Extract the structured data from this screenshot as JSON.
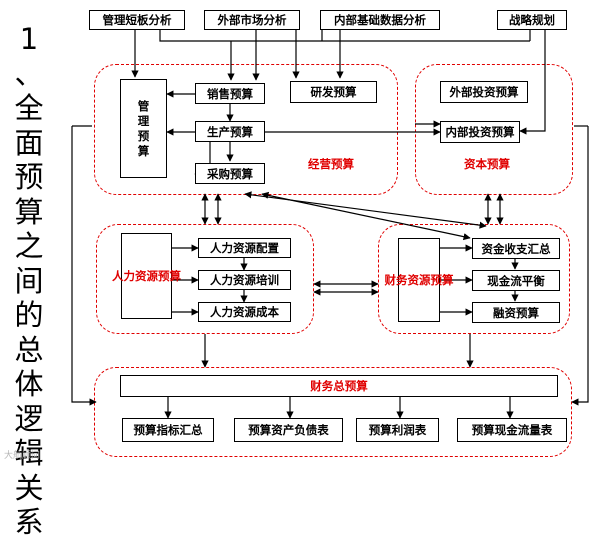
{
  "title": [
    "1",
    "、",
    "全",
    "面",
    "预",
    "算",
    "之",
    "间",
    "的",
    "总",
    "体",
    "逻",
    "辑",
    "关",
    "系"
  ],
  "top_inputs": {
    "short_board": "管理短板分析",
    "market": "外部市场分析",
    "internal_data": "内部基础数据分析",
    "strategy": "战略规划"
  },
  "operating": {
    "group_label": "经营预算",
    "mgmt_budget": [
      "管",
      "理",
      "预",
      "算"
    ],
    "sales": "销售预算",
    "rnd": "研发预算",
    "production": "生产预算",
    "procurement": "采购预算"
  },
  "capital": {
    "group_label": "资本预算",
    "external_invest": "外部投资预算",
    "internal_invest": "内部投资预算"
  },
  "hr": {
    "group_label": [
      "人",
      "力",
      "资",
      "源",
      "预",
      "算"
    ],
    "config": "人力资源配置",
    "training": "人力资源培训",
    "cost": "人力资源成本"
  },
  "finance_res": {
    "group_label": [
      "财",
      "务",
      "资",
      "源",
      "预",
      "算"
    ],
    "cash_summary": "资金收支汇总",
    "cash_balance": "现金流平衡",
    "financing": "融资预算"
  },
  "total": {
    "group_label": "财务总预算",
    "items": [
      "预算指标汇总",
      "预算资产负债表",
      "预算利润表",
      "预算现金流量表"
    ]
  },
  "watermark": "大航顾问"
}
